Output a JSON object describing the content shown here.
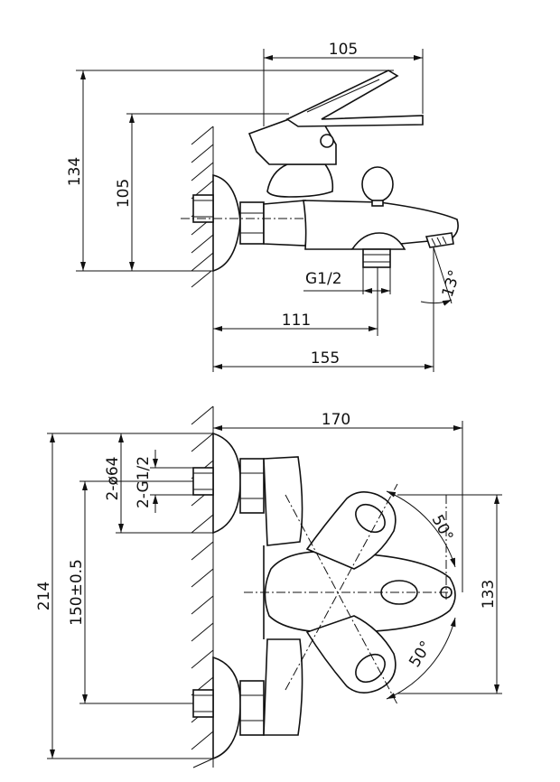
{
  "side_view": {
    "dims": {
      "d105_top": "105",
      "d134": "134",
      "d105_left": "105",
      "thread": "G1/2",
      "angle13": "13°",
      "d111": "111",
      "d155": "155"
    }
  },
  "top_view": {
    "dims": {
      "d170": "170",
      "d64": "2-ø64",
      "g12": "2-G1/2",
      "d214": "214",
      "d150": "150±0.5",
      "d133": "133",
      "angle50_top": "50°",
      "angle50_bottom": "50°"
    }
  }
}
